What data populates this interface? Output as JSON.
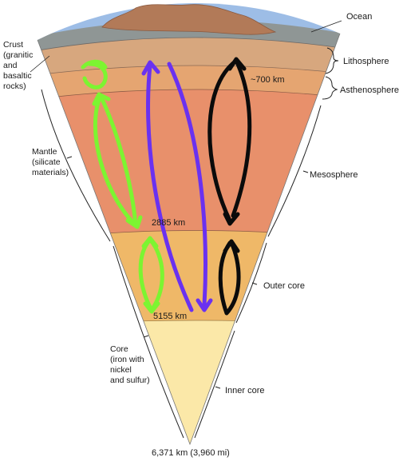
{
  "labels": {
    "ocean": "Ocean",
    "crust": [
      "Crust",
      "(granitic",
      "and",
      "basaltic",
      "rocks)"
    ],
    "lithosphere": "Lithosphere",
    "asthenosphere": "Asthenosphere",
    "depth_700": "~700 km",
    "mantle": [
      "Mantle",
      "(silicate",
      "materials)"
    ],
    "mesosphere": "Mesosphere",
    "depth_2885": "2885 km",
    "outer_core": "Outer core",
    "depth_5155": "5155 km",
    "core": [
      "Core",
      "(iron with",
      "nickel",
      "and sulfur)"
    ],
    "inner_core": "Inner core",
    "depth_center": "6,371 km (3,960 mi)"
  },
  "layers": [
    {
      "name": "ocean",
      "color": "#9dbde6"
    },
    {
      "name": "crust",
      "color": "#8f9695"
    },
    {
      "name": "lithosphere",
      "color": "#d7a77e"
    },
    {
      "name": "asthenosphere",
      "color": "#e5a571"
    },
    {
      "name": "mesosphere",
      "color": "#e8906b"
    },
    {
      "name": "outer-core",
      "color": "#efb868"
    },
    {
      "name": "inner-core",
      "color": "#fbe8a8"
    }
  ],
  "arrow_colors": {
    "green": "#7cf531",
    "purple": "#6a31f0",
    "black": "#0b0b0b"
  }
}
